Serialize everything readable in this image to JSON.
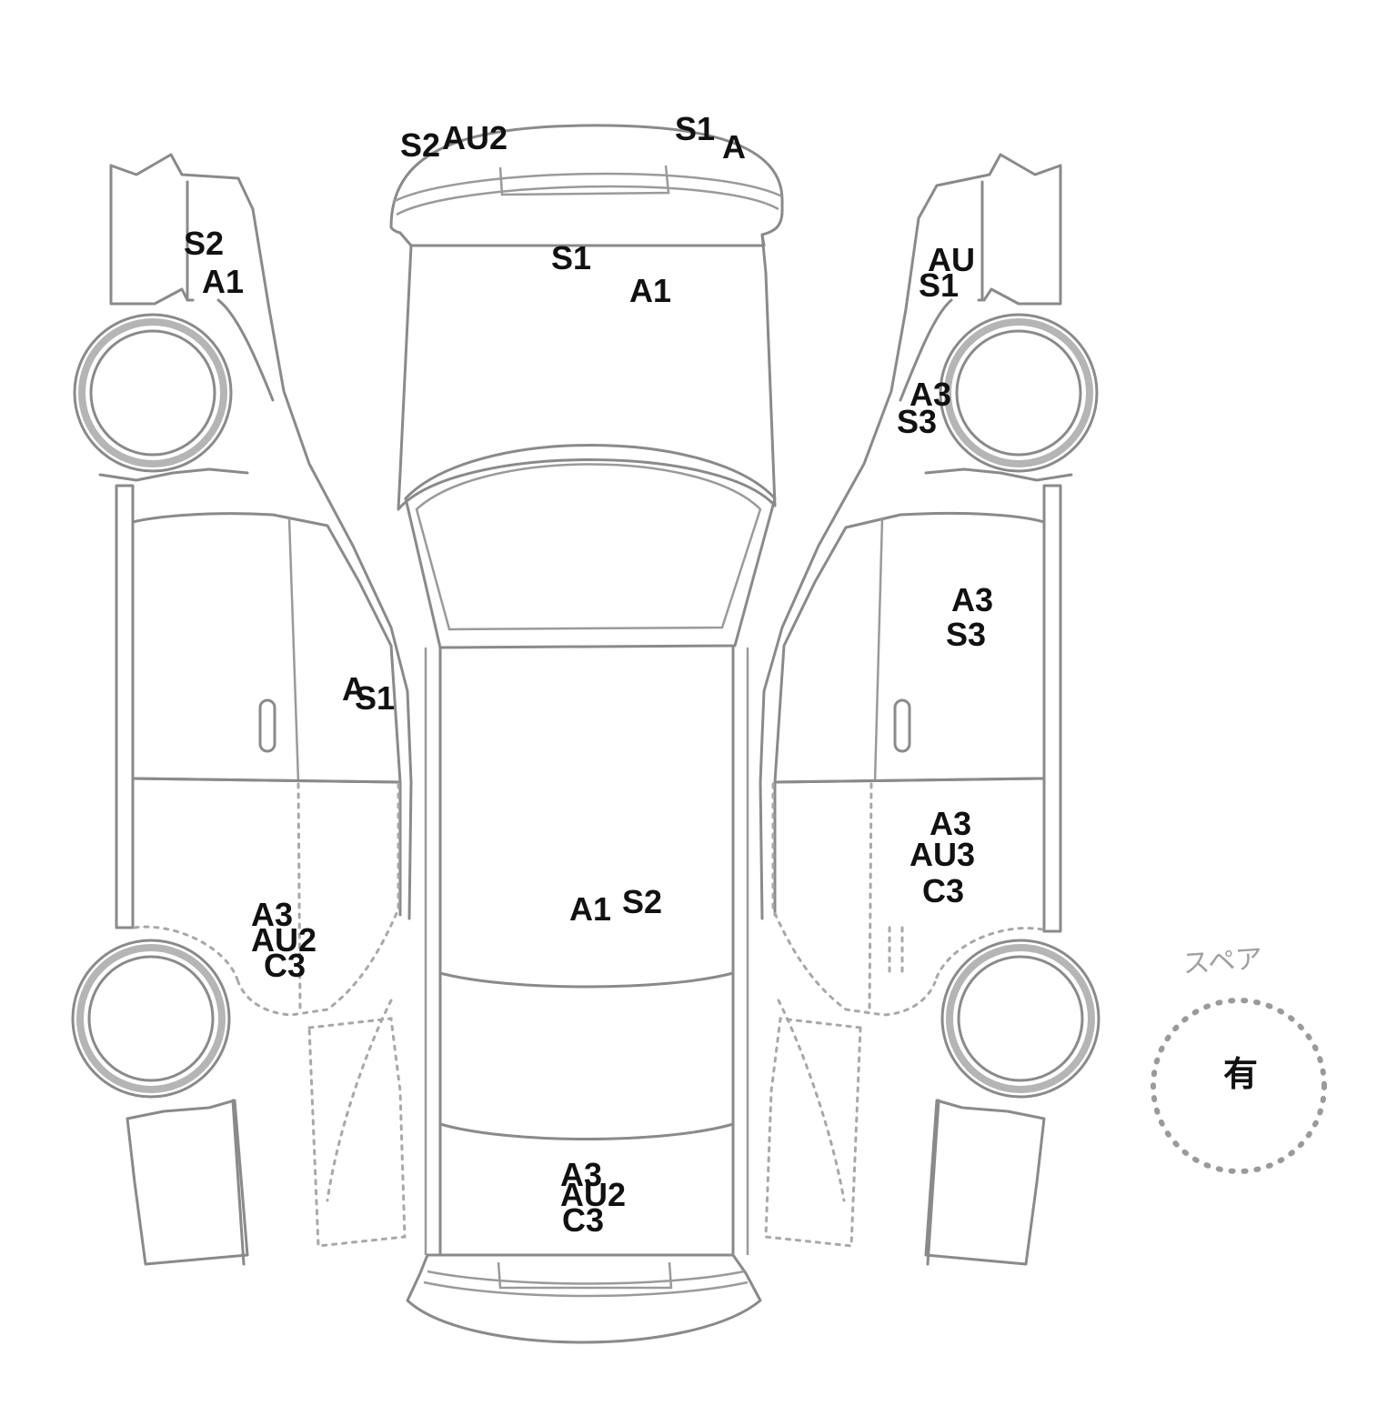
{
  "diagram": {
    "views": [
      "left-side",
      "top",
      "right-side"
    ]
  },
  "damage_marks": {
    "left_side": {
      "front_fender": [
        "S2",
        "A1"
      ],
      "front_door_pillar": [
        "A",
        "S1"
      ],
      "rear_door": [
        "A3",
        "AU2",
        "C3"
      ]
    },
    "top": {
      "front_bumper": [
        "S2",
        "AU2",
        "S1",
        "A"
      ],
      "hood": [
        "S1",
        "A1"
      ],
      "roof": [
        "A1",
        "S2"
      ],
      "rear_bumper": [
        "A3",
        "AU2",
        "C3"
      ]
    },
    "right_side": {
      "front_fender": [
        "AU",
        "S1"
      ],
      "front_wheel_arch": [
        "A3",
        "S3"
      ],
      "front_door": [
        "A3",
        "S3"
      ],
      "rear_door": [
        "A3",
        "AU3",
        "C3"
      ]
    }
  },
  "spare": {
    "label": "スペア",
    "value": "有"
  },
  "colors": {
    "outline": "#8a8a8a",
    "dotted": "#a8a8a8",
    "text": "#111111"
  }
}
